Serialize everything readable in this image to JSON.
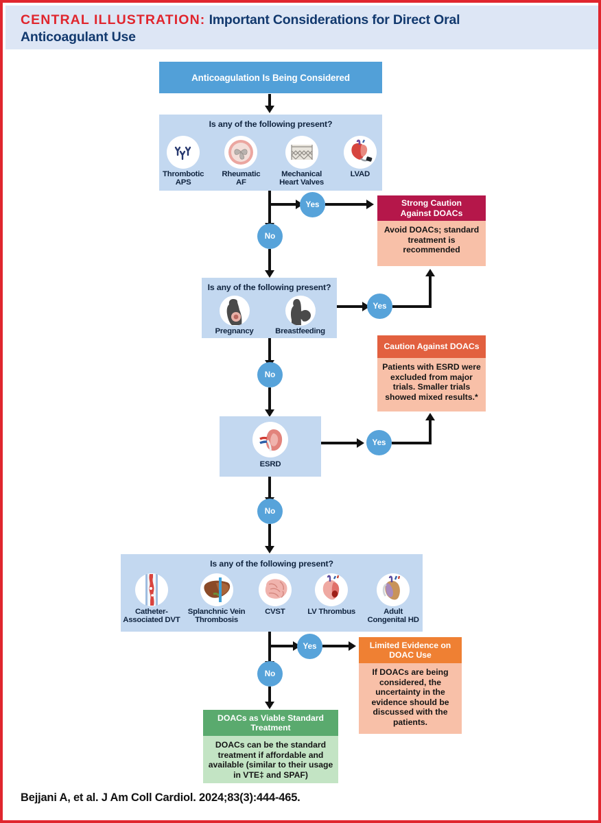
{
  "header": {
    "label": "CENTRAL ILLUSTRATION:",
    "title": "Important Considerations for Direct Oral",
    "title_line2": "Anticoagulant Use"
  },
  "flow": {
    "start": "Anticoagulation Is Being Considered",
    "question": "Is any of the following present?",
    "yes": "Yes",
    "no": "No"
  },
  "group1": {
    "items": [
      {
        "label": "Thrombotic\nAPS",
        "icon": "antibody-icon"
      },
      {
        "label": "Rheumatic\nAF",
        "icon": "heart-valve-icon"
      },
      {
        "label": "Mechanical\nHeart Valves",
        "icon": "mechanical-valve-icon"
      },
      {
        "label": "LVAD",
        "icon": "lvad-heart-icon"
      }
    ]
  },
  "group2": {
    "items": [
      {
        "label": "Pregnancy",
        "icon": "pregnancy-icon"
      },
      {
        "label": "Breastfeeding",
        "icon": "breastfeeding-icon"
      }
    ]
  },
  "group3": {
    "items": [
      {
        "label": "ESRD",
        "icon": "kidney-icon"
      }
    ]
  },
  "group4": {
    "items": [
      {
        "label": "Catheter-\nAssociated DVT",
        "icon": "blood-vessel-icon"
      },
      {
        "label": "Splanchnic Vein\nThrombosis",
        "icon": "liver-icon"
      },
      {
        "label": "CVST",
        "icon": "brain-icon"
      },
      {
        "label": "LV Thrombus",
        "icon": "heart-thrombus-icon"
      },
      {
        "label": "Adult\nCongenital HD",
        "icon": "congenital-heart-icon"
      }
    ]
  },
  "outcomes": {
    "strong_caution": {
      "title": "Strong Caution\nAgainst DOACs",
      "body": "Avoid DOACs; standard treatment is recommended",
      "head_color": "#b5174a",
      "body_color": "#f8c0a8"
    },
    "caution": {
      "title": "Caution Against DOACs",
      "body": "Patients with ESRD were excluded from major trials. Smaller trials showed mixed results.*",
      "head_color": "#e2603f",
      "body_color": "#f8c0a8"
    },
    "limited": {
      "title": "Limited Evidence on\nDOAC Use",
      "body": "If DOACs are being considered, the uncertainty in the evidence should be discussed with the patients.",
      "head_color": "#ef8033",
      "body_color": "#f8c0a8"
    },
    "viable": {
      "title": "DOACs as Viable Standard\nTreatment",
      "body": "DOACs can be the standard treatment if affordable and available (similar to their usage in VTE‡ and SPAF)",
      "head_color": "#5aaa6e",
      "body_color": "#c3e4c4"
    }
  },
  "citation": "Bejjani A, et al. J Am Coll Cardiol. 2024;83(3):444-465."
}
